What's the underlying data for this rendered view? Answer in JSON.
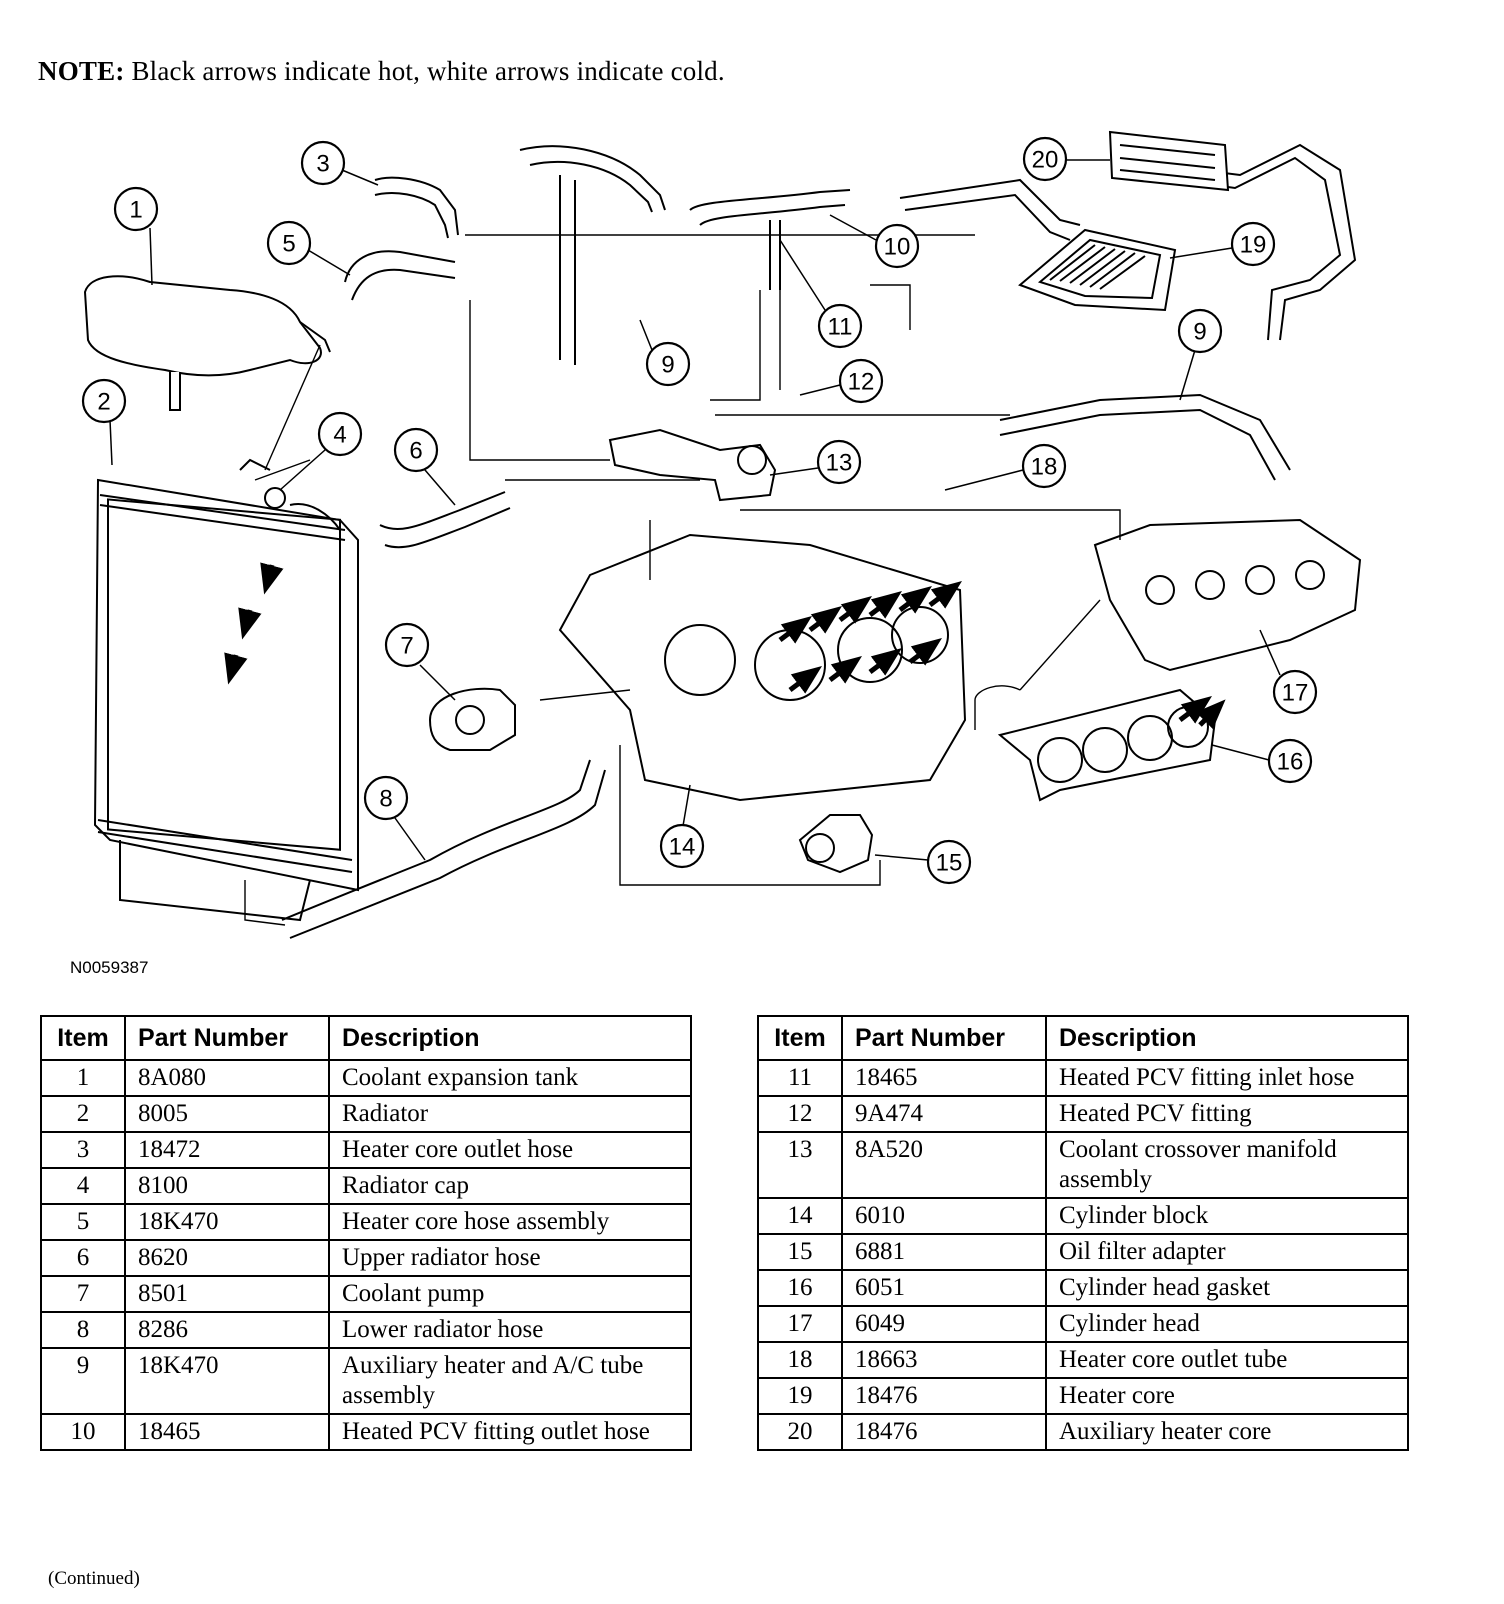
{
  "note": {
    "label": "NOTE:",
    "text": " Black arrows indicate hot, white arrows indicate cold."
  },
  "figure_id": "N0059387",
  "callouts": [
    "1",
    "2",
    "3",
    "4",
    "5",
    "6",
    "7",
    "8",
    "9",
    "10",
    "11",
    "12",
    "13",
    "14",
    "15",
    "16",
    "17",
    "18",
    "19",
    "20",
    "9"
  ],
  "table_headers": {
    "item": "Item",
    "part_number": "Part Number",
    "description": "Description"
  },
  "left_table": [
    {
      "item": "1",
      "part": "8A080",
      "desc": "Coolant expansion tank"
    },
    {
      "item": "2",
      "part": "8005",
      "desc": "Radiator"
    },
    {
      "item": "3",
      "part": "18472",
      "desc": "Heater core outlet hose"
    },
    {
      "item": "4",
      "part": "8100",
      "desc": "Radiator cap"
    },
    {
      "item": "5",
      "part": "18K470",
      "desc": "Heater core hose assembly"
    },
    {
      "item": "6",
      "part": "8620",
      "desc": "Upper radiator hose"
    },
    {
      "item": "7",
      "part": "8501",
      "desc": "Coolant pump"
    },
    {
      "item": "8",
      "part": "8286",
      "desc": "Lower radiator hose"
    },
    {
      "item": "9",
      "part": "18K470",
      "desc": "Auxiliary heater and A/C tube assembly"
    },
    {
      "item": "10",
      "part": "18465",
      "desc": "Heated PCV fitting outlet hose"
    }
  ],
  "right_table": [
    {
      "item": "11",
      "part": "18465",
      "desc": "Heated PCV fitting inlet hose"
    },
    {
      "item": "12",
      "part": "9A474",
      "desc": "Heated PCV fitting"
    },
    {
      "item": "13",
      "part": "8A520",
      "desc": "Coolant crossover manifold assembly"
    },
    {
      "item": "14",
      "part": "6010",
      "desc": "Cylinder block"
    },
    {
      "item": "15",
      "part": "6881",
      "desc": "Oil filter adapter"
    },
    {
      "item": "16",
      "part": "6051",
      "desc": "Cylinder head gasket"
    },
    {
      "item": "17",
      "part": "6049",
      "desc": "Cylinder head"
    },
    {
      "item": "18",
      "part": "18663",
      "desc": "Heater core outlet tube"
    },
    {
      "item": "19",
      "part": "18476",
      "desc": "Heater core"
    },
    {
      "item": "20",
      "part": "18476",
      "desc": "Auxiliary heater core"
    }
  ],
  "continued": "(Continued)"
}
